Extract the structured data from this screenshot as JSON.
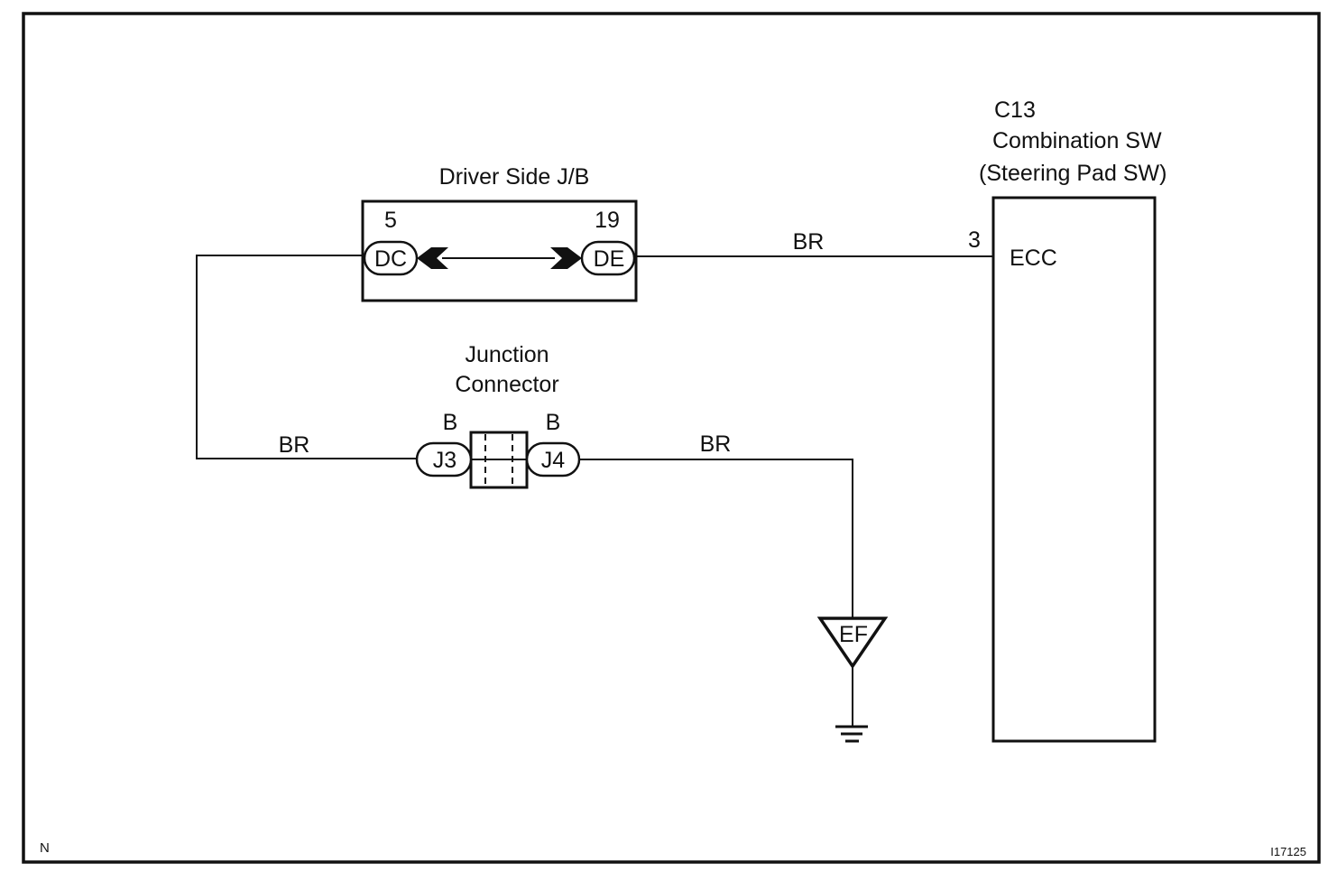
{
  "diagram": {
    "corner_left": "N",
    "figure_id": "I17125",
    "colors": {
      "line": "#111111",
      "background": "#ffffff"
    },
    "driver_jb": {
      "title": "Driver Side J/B",
      "left_pin_number": "5",
      "left_connector": "DC",
      "right_pin_number": "19",
      "right_connector": "DE"
    },
    "combination_sw": {
      "code": "C13",
      "name": "Combination SW",
      "subname": "(Steering Pad SW)",
      "pin_number": "3",
      "terminal": "ECC"
    },
    "junction_connector": {
      "title_line1": "Junction",
      "title_line2": "Connector",
      "left_color": "B",
      "left_connector": "J3",
      "right_color": "B",
      "right_connector": "J4"
    },
    "ground": {
      "label": "EF"
    },
    "wires": {
      "jb_to_ecc": "BR",
      "jb_to_j3": "BR",
      "j4_to_ground": "BR"
    }
  }
}
